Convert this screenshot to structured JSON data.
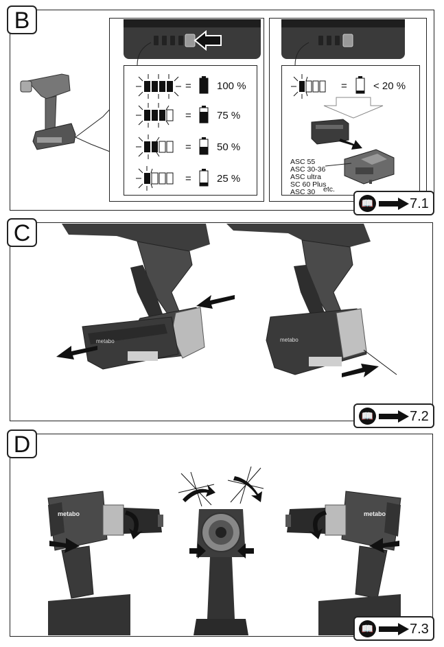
{
  "sections": {
    "b": {
      "label": "B"
    },
    "c": {
      "label": "C"
    },
    "d": {
      "label": "D"
    }
  },
  "charge_levels": [
    {
      "percent": "100 %",
      "bars": 4
    },
    {
      "percent": "75 %",
      "bars": 3
    },
    {
      "percent": "50 %",
      "bars": 2
    },
    {
      "percent": "25 %",
      "bars": 1
    }
  ],
  "low_charge": {
    "percent": "< 20 %",
    "bars": 1
  },
  "equals_sign": "=",
  "chargers": [
    "ASC 55",
    "ASC 30-36",
    "ASC ultra",
    "SC 60 Plus",
    "ASC 30"
  ],
  "chargers_etc": "etc.",
  "references": {
    "b": "7.1",
    "c": "7.2",
    "d": "7.3"
  },
  "brand_text": "metabo",
  "icons": {
    "manual": "manual-book-icon",
    "arrow": "right-arrow-icon"
  }
}
